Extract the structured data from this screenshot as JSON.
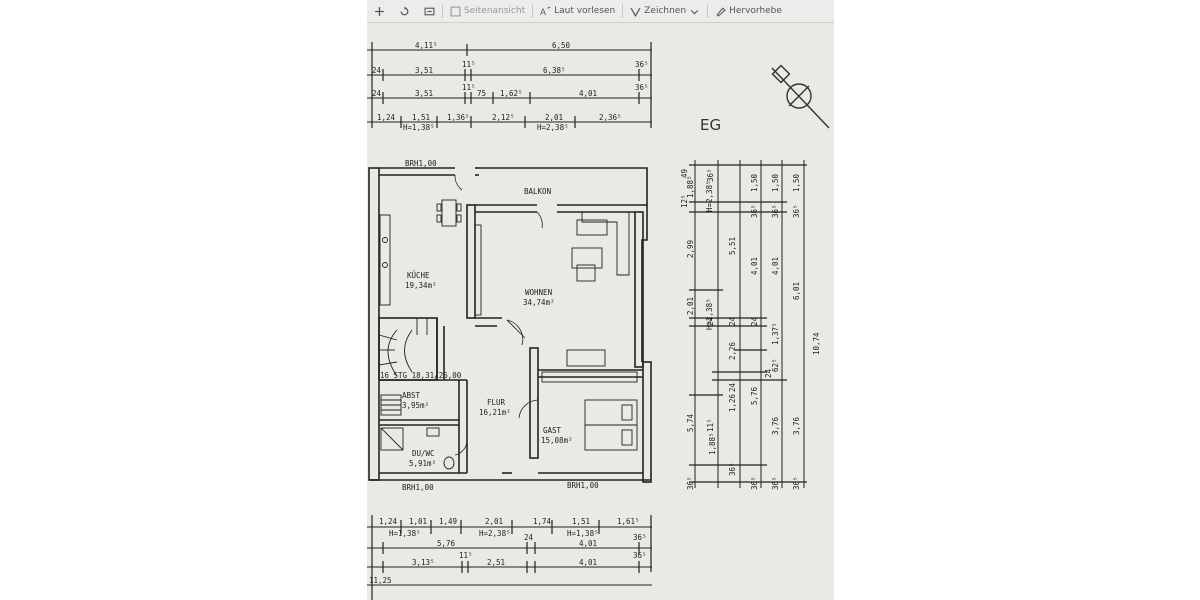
{
  "toolbar": {
    "page_view": "Seitenansicht",
    "read_aloud": "Laut vorlesen",
    "draw": "Zeichnen",
    "highlight": "Hervorhebe",
    "colors": {
      "bg": "#ececea",
      "icon": "#555555"
    }
  },
  "plan": {
    "floor_label": "EG",
    "rooms": {
      "kueche": "KÜCHE",
      "kueche_area": "19,34m²",
      "wohnen": "WOHNEN",
      "wohnen_area": "34,74m²",
      "balkon": "BALKON",
      "flur": "FLUR",
      "flur_area": "16,21m²",
      "gast": "GAST",
      "gast_area": "15,08m²",
      "abst": "ABST",
      "abst_area": "3,95m²",
      "duwc": "DU/WC",
      "duwc_area": "5,91m²",
      "stairs": "16 STG  18,31/26,00"
    },
    "window_labels": {
      "brh_top": "BRH1,00",
      "brh_bottom_left": "BRH1,00",
      "brh_bottom_right": "BRH1,00"
    },
    "dims_top": {
      "row1": [
        "4,11⁵",
        "6,50"
      ],
      "row2": [
        "24",
        "3,51",
        "11⁵",
        "6,38⁵",
        "36⁵"
      ],
      "row3": [
        "24",
        "3,51",
        "11⁵",
        "75",
        "1,62⁵",
        "4,01",
        "36⁵"
      ],
      "row4": [
        "1,24",
        "1,51",
        "1,36⁵",
        "2,12⁵",
        "2,01",
        "2,36⁵"
      ],
      "row4_sub": [
        "H=1,38⁵",
        "H=2,38⁵"
      ]
    },
    "dims_bottom": {
      "row1": [
        "1,24",
        "1,01",
        "1,49",
        "2,01",
        "1,74",
        "1,51",
        "1,61⁵"
      ],
      "row1_sub": [
        "H=1,38⁵",
        "H=2,38⁵",
        "H=1,38⁵"
      ],
      "row2": [
        "5,76",
        "24",
        "4,01",
        "36⁵"
      ],
      "row3": [
        "3,13⁵",
        "11⁵",
        "2,51",
        "4,01",
        "36⁵"
      ],
      "row4": [
        "11,25"
      ]
    },
    "dims_right": {
      "col1": [
        "12⁵",
        "49",
        "1,88⁵",
        "36⁵",
        "2,99",
        "2,01",
        "24",
        "5,74",
        "11⁵",
        "1,88⁵",
        "36⁵"
      ],
      "col1_sub": [
        "H=2,38⁵",
        "H=2,38⁵"
      ],
      "col2": [
        "5,51",
        "24",
        "2,26",
        "24",
        "1,26",
        "24",
        "36⁵"
      ],
      "col3": [
        "1,50",
        "36⁵",
        "4,01",
        "24",
        "5,76",
        "36⁵"
      ],
      "col4": [
        "1,50",
        "36⁵",
        "4,01",
        "1,37⁵",
        "62⁵",
        "24",
        "3,76",
        "36⁵"
      ],
      "col5": [
        "1,50",
        "36⁵",
        "6,01",
        "3,76",
        "36⁵"
      ],
      "col6": [
        "10,74"
      ]
    }
  }
}
